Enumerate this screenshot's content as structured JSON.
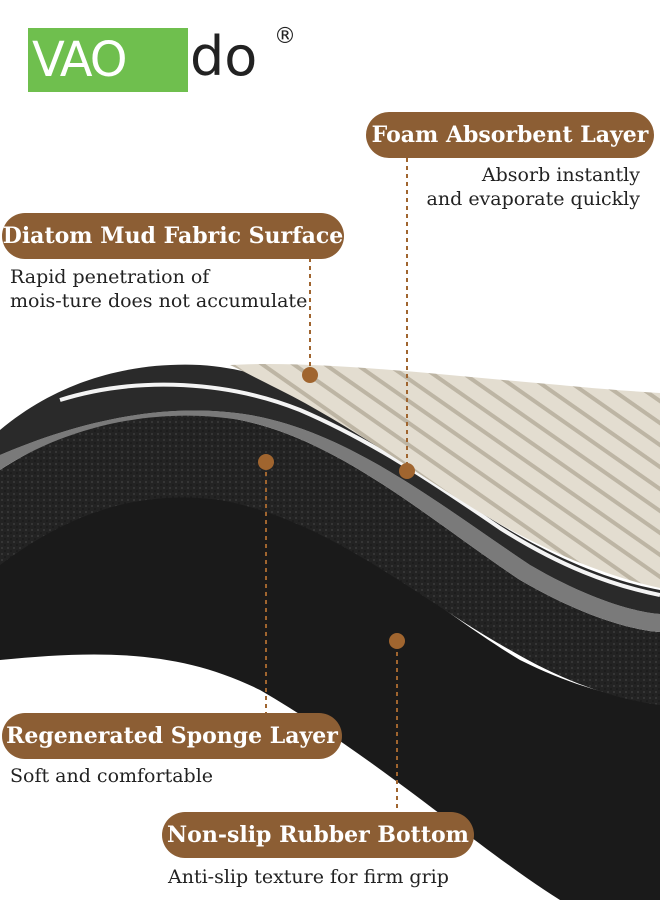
{
  "brand": {
    "logo_left": "VAO",
    "logo_right": "do",
    "registered": "®",
    "colors": {
      "logo_green": "#6fbf4e",
      "pill_brown": "#8c5e34"
    }
  },
  "layers": [
    {
      "title": "Foam Absorbent Layer",
      "lines": [
        "Absorb instantly",
        "and evaporate quickly"
      ]
    },
    {
      "title": "Diatom Mud Fabric Surface",
      "lines": [
        "Rapid penetration of",
        "mois-ture does not accumulate"
      ]
    },
    {
      "title": "Regenerated Sponge Layer",
      "lines": [
        "Soft and comfortable"
      ]
    },
    {
      "title": "Non-slip Rubber Bottom",
      "lines": [
        "Anti-slip texture for firm grip"
      ]
    }
  ]
}
